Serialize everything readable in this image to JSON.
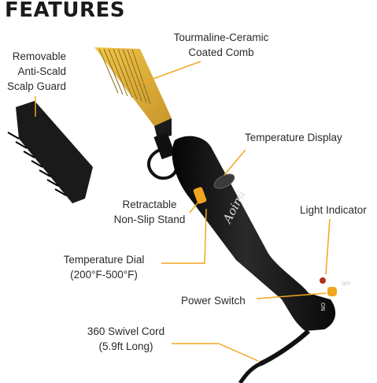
{
  "heading": "FEATURES",
  "callouts": {
    "comb": "Tourmaline-Ceramic\nCoated Comb",
    "guard": "Removable\nAnti-Scald\nScalp Guard",
    "display": "Temperature Display",
    "stand": "Retractable\nNon-Slip Stand",
    "light": "Light Indicator",
    "dial": "Temperature Dial\n(200°F-500°F)",
    "power": "Power Switch",
    "cord": "360 Swivel Cord\n(5.9ft Long)"
  },
  "device": {
    "brand_text": "Aoimi",
    "switch_off": "OFF",
    "switch_on": "ON"
  },
  "colors": {
    "accent": "#f2a51e",
    "comb_gold": "#e3b437",
    "body_black": "#141414"
  }
}
